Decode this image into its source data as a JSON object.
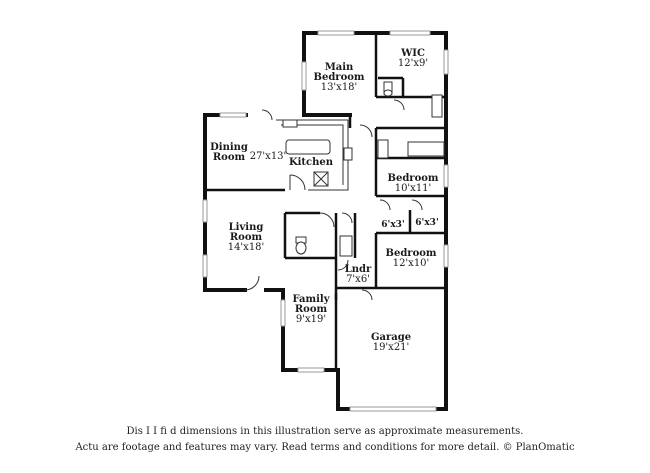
{
  "rooms": {
    "main_bedroom": {
      "name": "Main Bedroom",
      "name_line1": "Main",
      "name_line2": "Bedroom",
      "dims": "13'x18'"
    },
    "wic": {
      "name": "WIC",
      "dims": "12'x9'"
    },
    "dining": {
      "name_line1": "Dining",
      "name_line2": "Room"
    },
    "kitchen": {
      "name": "Kitchen",
      "dims": "27'x13'"
    },
    "bedroom2": {
      "name": "Bedroom",
      "dims": "10'x11'"
    },
    "closet_a": {
      "dims": "6'x3'"
    },
    "closet_b": {
      "dims": "6'x3'"
    },
    "living": {
      "name_line1": "Living",
      "name_line2": "Room",
      "dims": "14'x18'"
    },
    "bedroom3": {
      "name": "Bedroom",
      "dims": "12'x10'"
    },
    "laundry": {
      "name": "Lndr",
      "dims": "7'x6'"
    },
    "family": {
      "name_line1": "Family",
      "name_line2": "Room",
      "dims": "9'x19'"
    },
    "garage": {
      "name": "Garage",
      "dims": "19'x21'"
    }
  },
  "disclaimer": {
    "line1": "Dis   I    I  fi      d dimensions in this illustration serve as approximate measurements.",
    "line2": "Actu    are footage and features may vary. Read terms and conditions for more detail. © PlanOmatic"
  }
}
